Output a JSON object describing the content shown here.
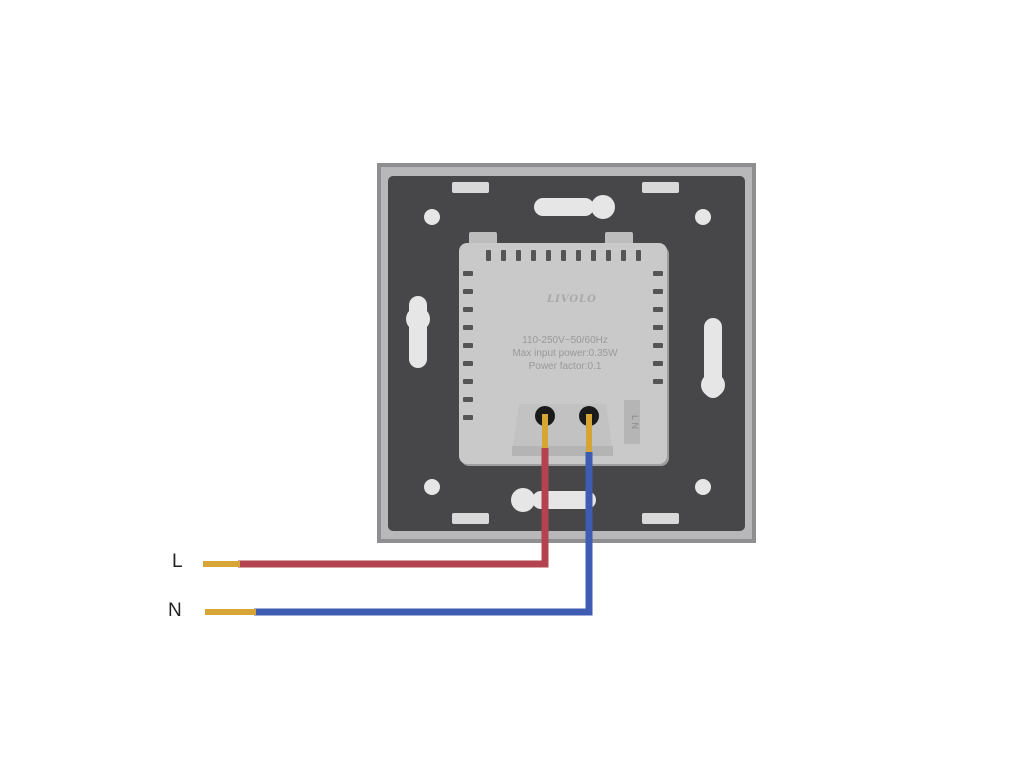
{
  "module": {
    "brand": "LIVOLO",
    "spec_lines": [
      "110-250V~50/60Hz",
      "Max input power:0.35W",
      "Power factor:0.1"
    ],
    "side_marking": "L N"
  },
  "wires": {
    "live": {
      "label": "L",
      "color": "#b3444f"
    },
    "neutral": {
      "label": "N",
      "color": "#3e5cb2"
    }
  },
  "colors": {
    "frame": "#8f8f91",
    "plate": "#474749",
    "module": "#c9c9c9",
    "conductor": "#d7a436"
  }
}
